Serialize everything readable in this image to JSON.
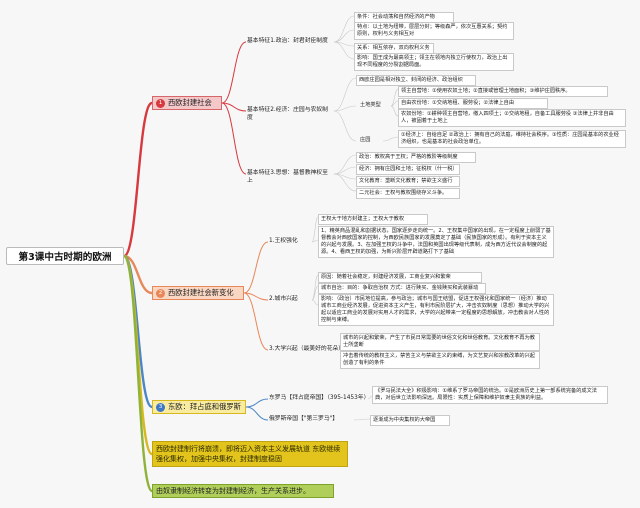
{
  "root": {
    "title": "第3课中古时期的欧洲"
  },
  "branches": [
    {
      "num": "1",
      "label": "西欧封建社会"
    },
    {
      "num": "2",
      "label": "西欧封建社会新变化"
    },
    {
      "num": "3",
      "label": "东欧：拜占庭和俄罗斯"
    },
    {
      "label": "西欧封建制行将崩溃，即将迈入资本主义发展轨道 东欧继续强化集权，加强中央集权，封建制度稳固"
    },
    {
      "label": "由奴隶制经济转变为封建制经济，生产关系进步。"
    }
  ],
  "b1": {
    "f1": "基本特征1.政治：封君封臣制度",
    "f1_items": [
      "条件：社会动荡和自然经济的产物",
      "特点：以土地为纽带，层层分封；等级森严，依次互惠关系；契约原则，权利与义务相互对",
      "关系：相互依存，双向权利义务",
      "影响：国王成为最高领主；领主在领地内独立行使权力，政治上出现不同程度的分裂割据局面。"
    ],
    "f2": "基本特征2.经济：庄园与农奴制度",
    "f2_intro": "西欧庄园是相对独立、封闭的经济、政治组织",
    "land": "土地类型",
    "land_items": [
      "领主自营地：①使用农奴土地；②直接或管理土地面积；③维护庄园秩序。",
      "自由农份地：①交纳地租、服劳役；②法律上自由",
      "农奴份地：①耕种领主自营地，缴入四项土；②交纳地租，自备工具服劳役 ③法律上并非自由人，被固着于土地上"
    ],
    "manor": "庄园",
    "manor_text": "①经济上：自给自足 ②政治上：拥有自己的法庭，维持社会秩序。③性质：庄园是基本的农业经济组织，也是基本的社会政治单位。",
    "f3": "基本特征3.思想：基督教神权至上",
    "f3_items": [
      "政治：教权高于王权；严格的教阶等级制度",
      "经济：拥有庄园和土地；征税权（什一税）",
      "文化教育：垄断文化教育；禁欲主义盛行",
      "二元社会：王权与教权围绕存义斗争。"
    ]
  },
  "b2": {
    "s1": "1.王权强化",
    "s1_a": "王权大于地方封建主；王权大于教权",
    "s1_b": "1、精英商品混乱和割据状态，国家逐步走向统一。2、王权集中国家的出现，在一定程度上削弱了基督教会对西欧国家的控制，为西欧民族国家的发展奠定了基础（民族国家的形成）。有利于资本主义的兴起与发展。3、在加强王权的斗争中，法国和英国出现等级代表制，成为西方近代议会制度的起源。4、看西王权的加强，为新兴阶层开辟道路打下了基础",
    "s2": "2.城市兴起",
    "s2_a": "原因：随着社会稳定，封建经济发展，工商业复兴和繁荣",
    "s2_b": "城市自治：目的：争取自治权 方式：进行赎买、金钱赎买和武装暴动",
    "s2_c": "影响：（政治）市民地位提高，参与政治；城市与国王结盟，促进王权强化和国家统一（经济）推动城市工商业经济发展，促进资本主义产生，有利市民阶层扩大，冲击农奴制度（思想）推动大学的兴起以适应工商业的发展对实用人才的需求，大学的兴起带来一定程度的思想解放，冲击教会对人性的控制与束缚。",
    "s3": "3.大学兴起（最美好的花朵）",
    "s3_a": "城市的兴起和繁荣，产生了市民日常需要的世俗文化和世俗教育。文化教育不再为教士所垄断",
    "s3_b": "冲击着传统的教权主义，禁苦主义与禁欲主义的束缚，为文艺复兴和宗教改革的兴起创造了有利的条件"
  },
  "b3": {
    "byz": "东罗马【拜占庭帝国】（395-1453年）",
    "byz_text": "《罗马民法大全》积极影响：①维系了罗马帝国的统治。②是欧洲历史上第一部系统完备的成文法典，对后世立法影响深远。局限性：实质上保障和维护奴隶主贵族的利益。",
    "rus": "俄罗斯帝国【\"第三罗马\"】",
    "rus_text": "逐渐成为中央集权的大帝国"
  }
}
